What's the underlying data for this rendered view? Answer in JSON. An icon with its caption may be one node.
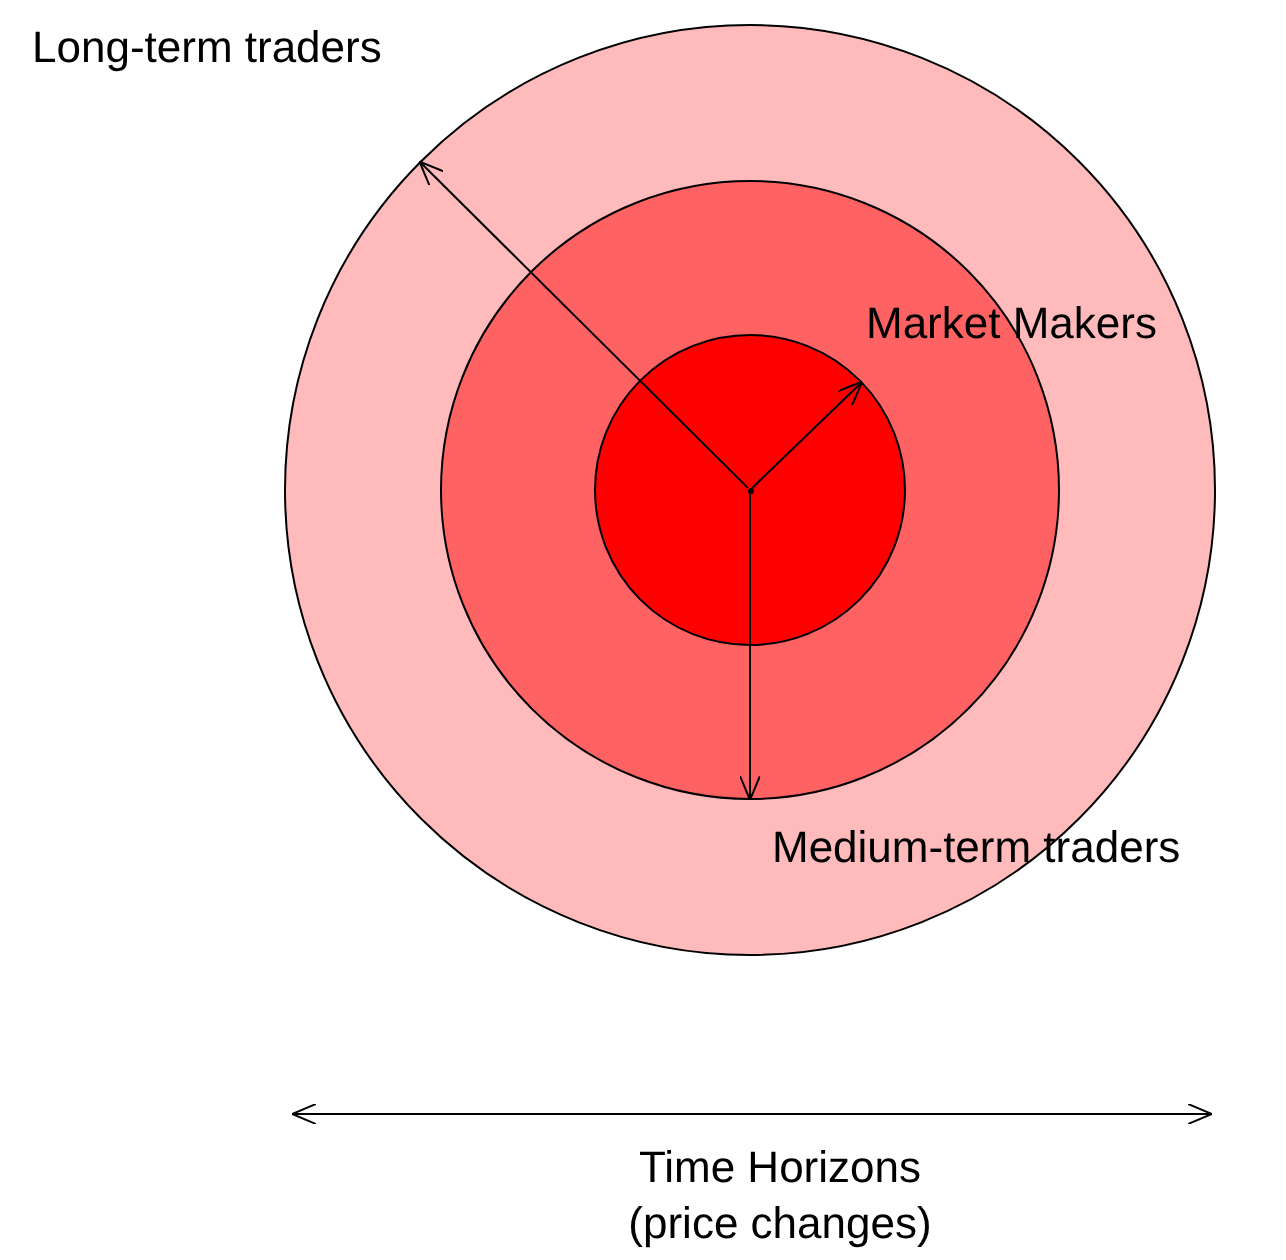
{
  "diagram": {
    "nodes": [
      {
        "text": [
          "Long-term traders"
        ]
      },
      {
        "text": [
          "Medium-term traders"
        ],
        "in": 0
      },
      {
        "text": [
          "Market Makers"
        ],
        "in": 1
      },
      {
        "text": [],
        "shape": "point",
        "in": 2
      }
    ],
    "edges": [
      {
        "from": 3,
        "to": 0,
        "arrow": "to"
      },
      {
        "from": 3,
        "to": 2,
        "arrow": "to"
      },
      {
        "from": 3,
        "to": 1,
        "arrow": "to"
      }
    ],
    "labels": [
      "Time Horizons (price changes)"
    ]
  }
}
